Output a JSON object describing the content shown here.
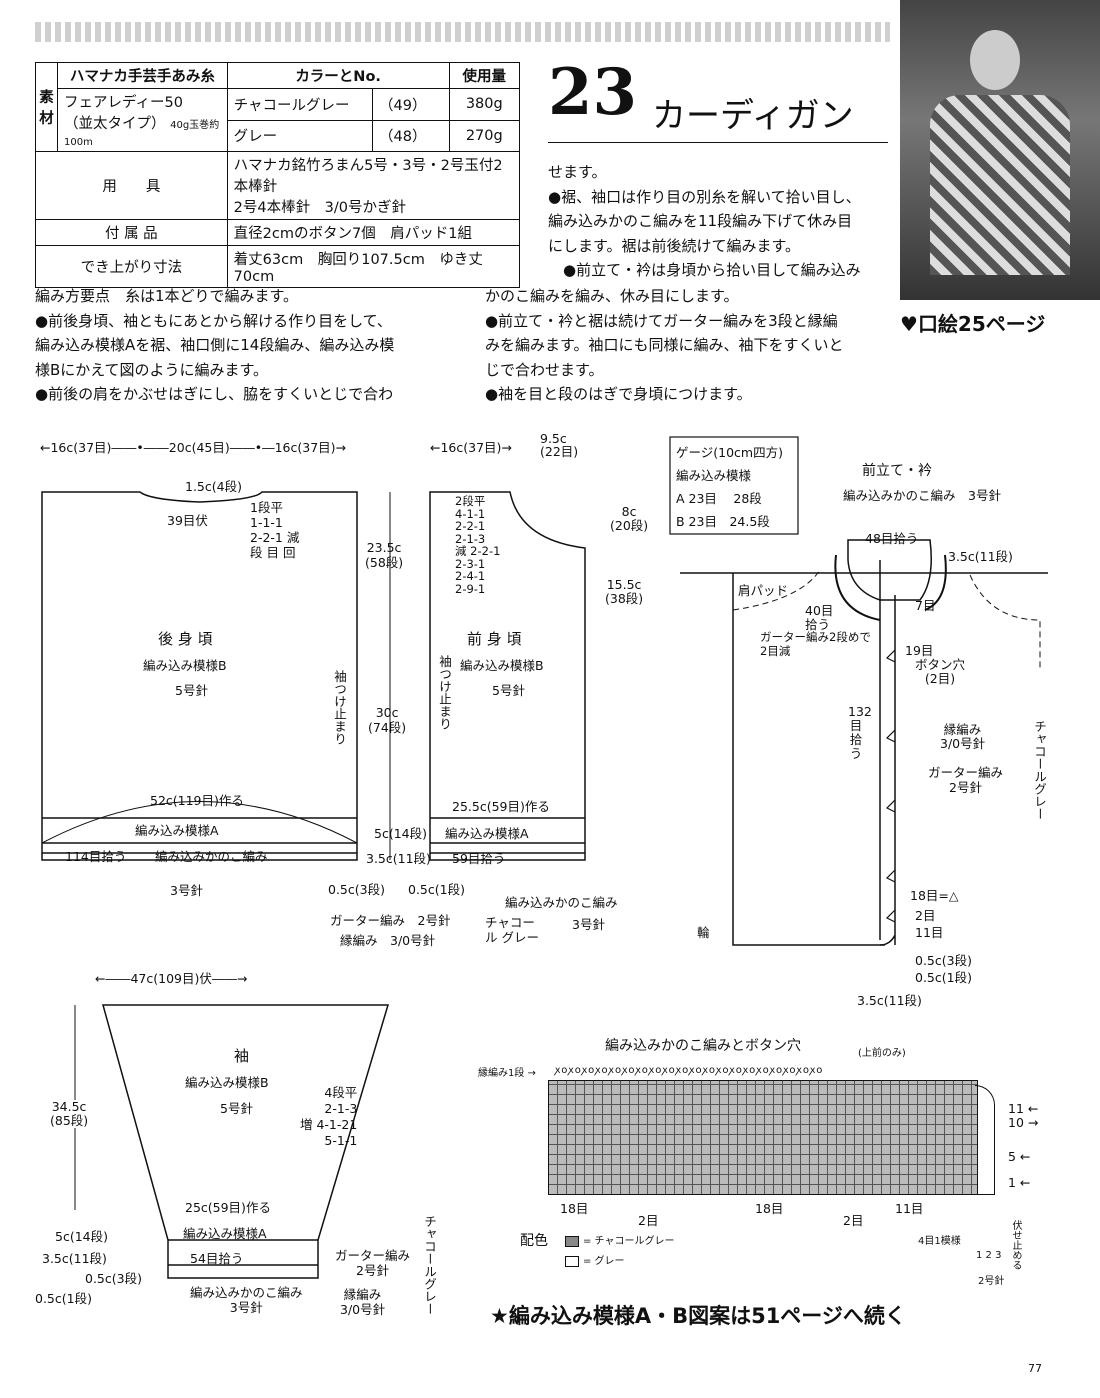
{
  "materials": {
    "row_label": "素材",
    "brand": "ハマナカ手芸手あみ糸",
    "color_header": "カラーとNo.",
    "amount_header": "使用量",
    "yarn": "フェアレディー50",
    "yarn_type": "（並太タイプ）",
    "ball": "40g玉巻",
    "ball_len": "約100m",
    "colors": [
      {
        "name": "チャコールグレー",
        "no": "（49）",
        "amount": "380g"
      },
      {
        "name": "グレー",
        "no": "（48）",
        "amount": "270g"
      }
    ],
    "tools_label": "用　　具",
    "tools_1": "ハマナカ銘竹ろまん5号・3号・2号玉付2本棒針",
    "tools_2": "2号4本棒針　3/0号かぎ針",
    "acc_label": "付 属 品",
    "acc": "直径2cmのボタン7個　肩パッド1組",
    "size_label": "でき上がり寸法",
    "size": "着丈63cm　胸回り107.5cm　ゆき丈70cm"
  },
  "title": {
    "number": "23",
    "name": "カーディガン"
  },
  "photo_ref": "口絵25ページ",
  "instructions": {
    "left": [
      "編み方要点　糸は1本どりで編みます。",
      "●前後身頃、袖ともにあとから解ける作り目をして、",
      "編み込み模様Aを裾、袖口側に14段編み、編み込み模",
      "様Bにかえて図のように編みます。",
      "●前後の肩をかぶせはぎにし、脇をすくいとじで合わ"
    ],
    "right_top": [
      "せます。",
      "●裾、袖口は作り目の別糸を解いて拾い目し、",
      "編み込みかのこ編みを11段編み下げて休み目",
      "にします。裾は前後続けて編みます。",
      "　●前立て・衿は身頃から拾い目して編み込み"
    ],
    "right_bottom": [
      "かのこ編みを編み、休み目にします。",
      "●前立て・衿と裾は続けてガーター編みを3段と縁編",
      "みを編みます。袖口にも同様に編み、袖下をすくいと",
      "じで合わせます。",
      "●袖を目と段のはぎで身頃につけます。"
    ]
  },
  "back": {
    "dims": "←16c(37目)――•――20c(45目)――•―16c(37目)→",
    "neck": "1.5c(4段)",
    "bind": "39目伏",
    "dec": [
      "1段平",
      "1-1-1",
      "2-2-1 減",
      "段 目 回"
    ],
    "name": "後 身 頃",
    "pattern": "編み込み模様B",
    "needle": "5号針",
    "sleeve_stop": "袖つけ止まり",
    "cast": "52c(119目)作る",
    "band": "編み込み模様A",
    "pick": "114目拾う",
    "kanoko": "編み込みかのこ編み",
    "needle3": "3号針"
  },
  "front": {
    "dims": "←16c(37目)→",
    "neck_w": "9.5c",
    "neck_w2": "(22目)",
    "dec": [
      "2段平",
      "4-1-1",
      "2-2-1",
      "2-1-3",
      "減 2-2-1",
      "2-3-1",
      "2-4-1",
      "2-9-1"
    ],
    "h1": "8c",
    "h1b": "(20段)",
    "h2": "15.5c",
    "h2b": "(38段)",
    "name": "前 身 頃",
    "pattern": "編み込み模様B",
    "needle": "5号針",
    "sleeve_stop": "袖つけ止まり",
    "cast": "25.5c(59目)作る",
    "band": "編み込み模様A",
    "pick": "59目拾う"
  },
  "heights": {
    "a": "23.5c",
    "a2": "(58段)",
    "b": "30c",
    "b2": "(74段)",
    "c": "5c(14段)",
    "d": "3.5c(11段)"
  },
  "bottom_notes": {
    "e1": "0.5c(3段)",
    "e2": "0.5c(1段)",
    "garter": "ガーター編み　2号針",
    "edge": "縁編み　3/0号針",
    "color": "チャコール グレー",
    "kanoko": "編み込みかのこ編み",
    "needle": "3号針"
  },
  "gauge": {
    "title": "ゲージ(10cm四方)",
    "sub": "編み込み模様",
    "a": "A  23目　 28段",
    "b": "B  23目　24.5段"
  },
  "band": {
    "title": "前立て・衿",
    "sub": "編み込みかのこ編み　3号針",
    "pick48": "48目拾う",
    "h": "3.5c(11段)",
    "pad": "肩パッド",
    "pick40": "40目拾う",
    "dec": "ガーター編み2段めで2目減",
    "m7": "7目",
    "m19": "19目",
    "bh": "ボタン穴",
    "bh2": "(2目)",
    "pick132": "132目拾う",
    "edge": "縁編み",
    "edge2": "3/0号針",
    "garter": "ガーター編み",
    "garter2": "2号針",
    "color": "チャコールグレー",
    "m18": "18目=△",
    "m2": "2目",
    "m11": "11目",
    "hem": "輪",
    "s1": "0.5c(3段)",
    "s2": "0.5c(1段)",
    "s3": "3.5c(11段)"
  },
  "sleeve": {
    "top": "←――47c(109目)伏――→",
    "h": "34.5c",
    "h2": "(85段)",
    "name": "袖",
    "pattern": "編み込み模様B",
    "needle": "5号針",
    "inc": [
      "4段平",
      "2-1-3",
      "増 4-1-21",
      "5-1-1"
    ],
    "cast": "25c(59目)作る",
    "band": "編み込み模様A",
    "pick": "54目拾う",
    "c1": "5c(14段)",
    "c2": "3.5c(11段)",
    "c3": "0.5c(3段)",
    "c4": "0.5c(1段)",
    "garter": "ガーター編み",
    "garter2": "2号針",
    "edge": "縁編み",
    "edge2": "3/0号針",
    "kanoko": "編み込みかのこ編み",
    "kanoko2": "3号針",
    "color": "チャコールグレー"
  },
  "chart": {
    "title": "編み込みかのこ編みとボタン穴",
    "sub": "(上前のみ)",
    "edge_row": "縁編み1段 →",
    "bottom": [
      "18目",
      "2目",
      "18目",
      "2目",
      "11目"
    ],
    "rows": [
      "11 ←",
      "10 →",
      "5 ←",
      "1 ←"
    ],
    "side": "4目1模様",
    "nums": "1 2 3",
    "needle": "2号針",
    "bind": "伏せ止める",
    "legend_title": "配色",
    "legend": [
      {
        "label": "= チャコールグレー",
        "color": "#888888"
      },
      {
        "label": "= グレー",
        "color": "#ffffff"
      }
    ]
  },
  "footer": {
    "continue": "★編み込み模様A・B図案は51ページへ続く",
    "page": "77"
  }
}
